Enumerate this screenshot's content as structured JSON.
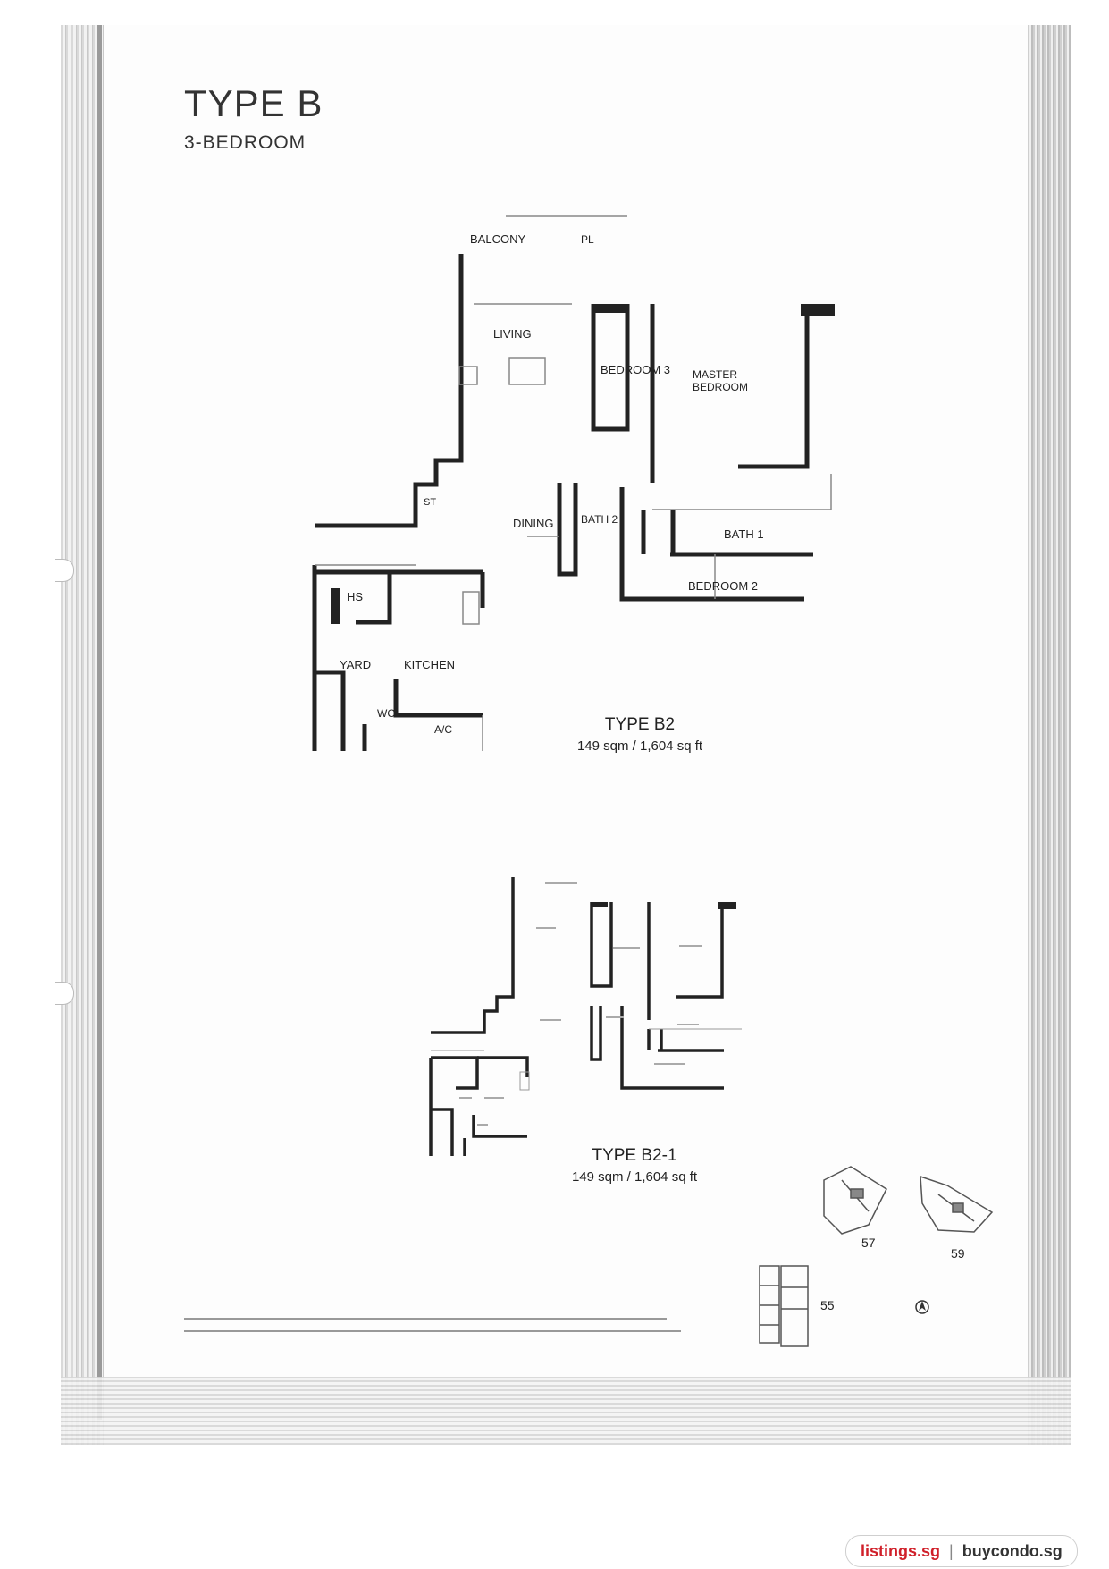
{
  "header": {
    "title": "TYPE B",
    "subtitle": "3-BEDROOM"
  },
  "plan_b2": {
    "rooms": {
      "balcony": "BALCONY",
      "pl": "PL",
      "living": "LIVING",
      "bedroom3": "BEDROOM 3",
      "master": "MASTER",
      "master2": "BEDROOM",
      "st": "ST",
      "dining": "DINING",
      "bath2": "BATH 2",
      "bath1": "BATH 1",
      "bedroom2": "BEDROOM 2",
      "hs": "HS",
      "yard": "YARD",
      "kitchen": "KITCHEN",
      "wc": "WC",
      "ac": "A/C"
    },
    "name": "TYPE B2",
    "area": "149 sqm / 1,604 sq ft"
  },
  "plan_b21": {
    "name": "TYPE B2-1",
    "area": "149 sqm / 1,604 sq ft"
  },
  "keyplan": {
    "block_57": "57",
    "block_59": "59",
    "block_55": "55"
  },
  "footer": {
    "site1": "listings.sg",
    "separator": "|",
    "site2": "buycondo.sg"
  }
}
